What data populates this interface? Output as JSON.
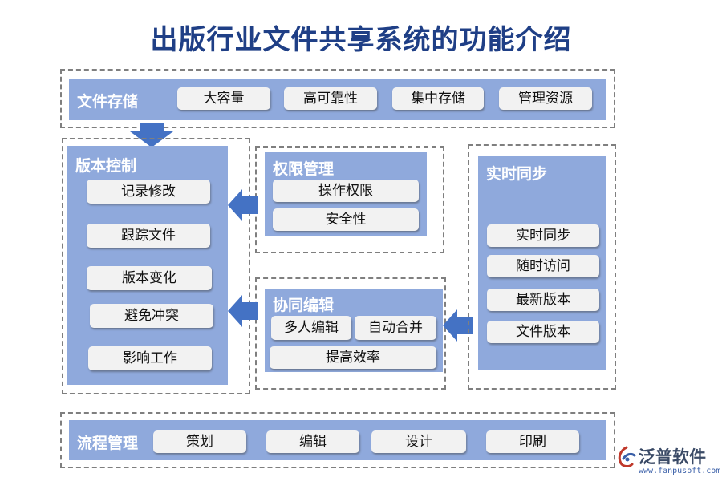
{
  "title": "出版行业文件共享系统的功能介绍",
  "file_storage": {
    "label": "文件存储",
    "items": [
      "大容量",
      "高可靠性",
      "集中存储",
      "管理资源"
    ]
  },
  "version_control": {
    "label": "版本控制",
    "items": [
      "记录修改",
      "跟踪文件",
      "版本变化",
      "避免冲突",
      "影响工作"
    ]
  },
  "permission": {
    "label": "权限管理",
    "items": [
      "操作权限",
      "安全性"
    ]
  },
  "collaboration": {
    "label": "协同编辑",
    "items": [
      "多人编辑",
      "自动合并",
      "提高效率"
    ]
  },
  "realtime_sync": {
    "label": "实时同步",
    "items": [
      "实时同步",
      "随时访问",
      "最新版本",
      "文件版本"
    ]
  },
  "workflow": {
    "label": "流程管理",
    "items": [
      "策划",
      "编辑",
      "设计",
      "印刷"
    ]
  },
  "logo": {
    "name": "泛普软件",
    "url": "www.fanpusoft.com",
    "icon": "fanpu-logo-icon"
  },
  "colors": {
    "title": "#1f3f86",
    "panel": "#8fa9dc",
    "arrow": "#4472c4",
    "pill": "#f2f2f2",
    "border": "#7f7f7f"
  }
}
